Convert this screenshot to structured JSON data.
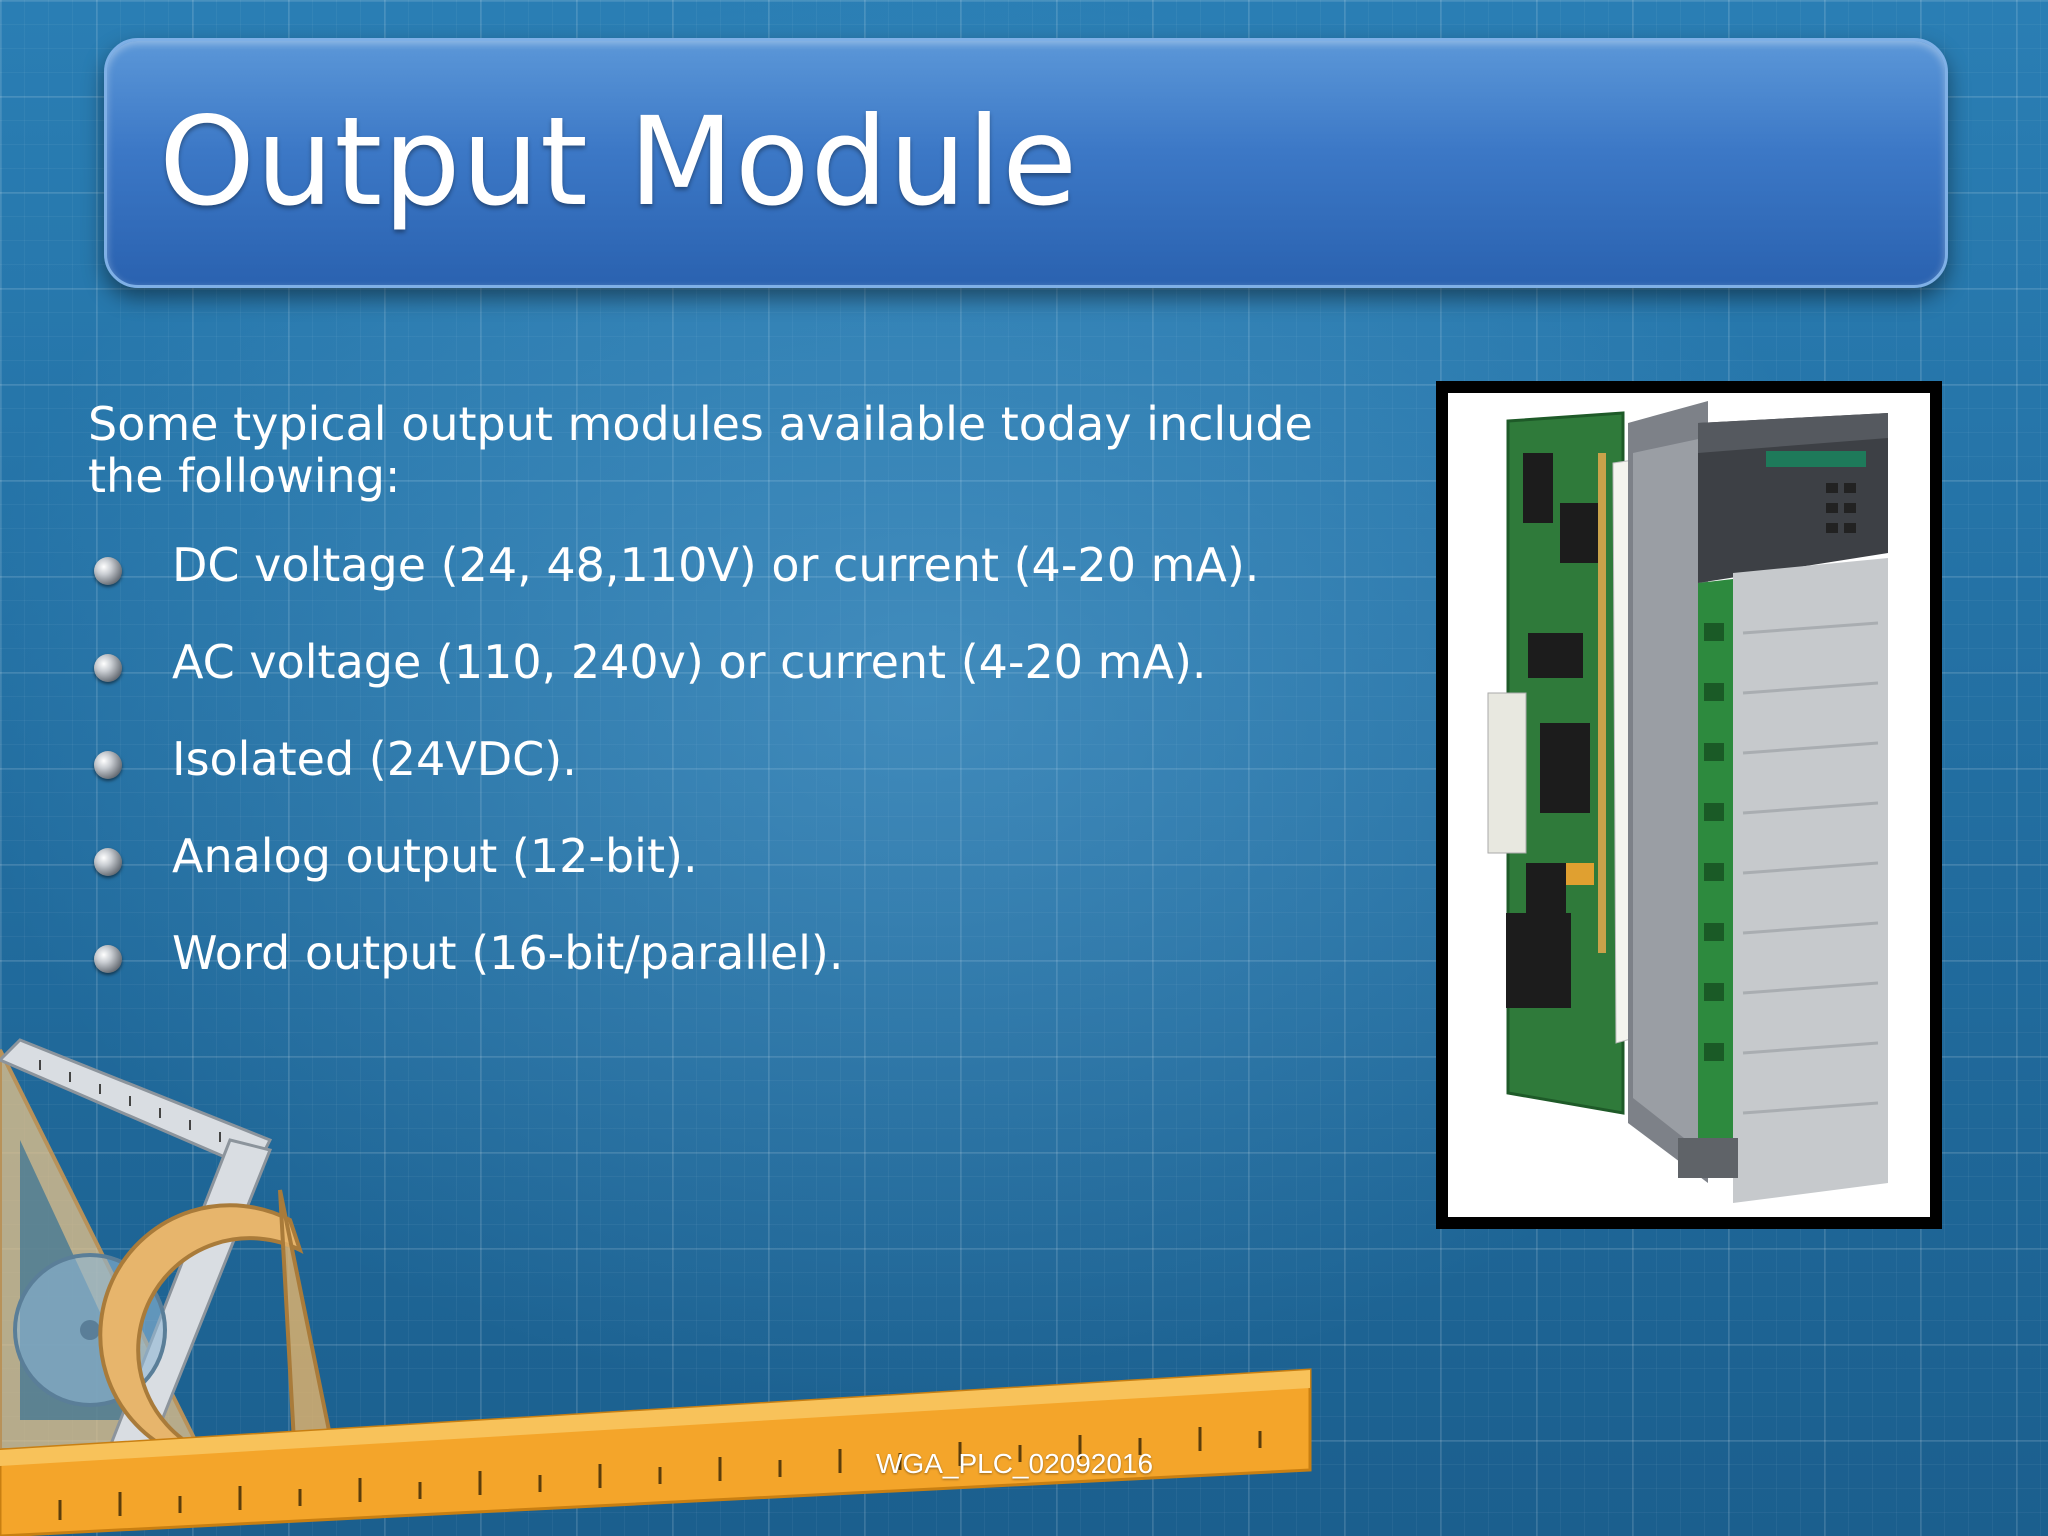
{
  "slide": {
    "title": "Output Module",
    "intro": "Some typical output modules available today include the following:",
    "bullets": [
      "DC voltage (24, 48,110V) or current (4-20 mA).",
      "AC voltage (110, 240v) or current (4-20 mA).",
      "Isolated (24VDC).",
      "Analog output (12-bit).",
      "Word output (16-bit/parallel)."
    ],
    "footer": "WGA_PLC_02092016"
  },
  "colors": {
    "background": "#1f6796",
    "title_bar": "#3c78c6",
    "ruler": "#f4a52a"
  }
}
